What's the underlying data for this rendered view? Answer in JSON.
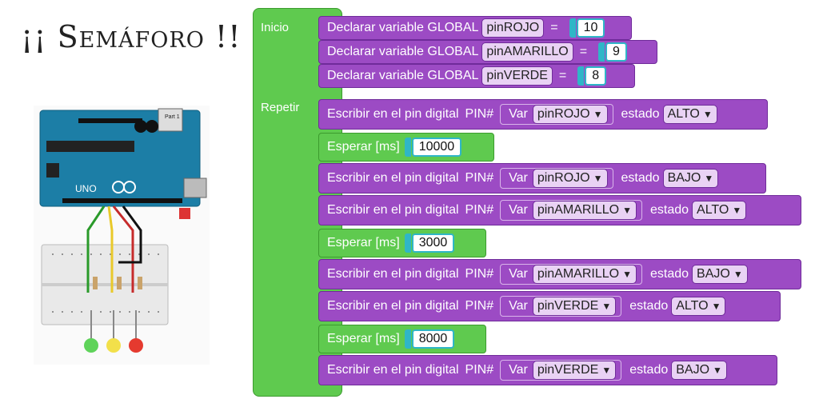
{
  "title": "¡¡ Semáforo !!",
  "illustration": {
    "board_label_uno": "UNO",
    "board_label_part": "Part 1"
  },
  "blocks": {
    "inicio_label": "Inicio",
    "repetir_label": "Repetir",
    "globals": [
      {
        "label": "Declarar variable GLOBAL",
        "var": "pinROJO",
        "eq": "=",
        "value": "10"
      },
      {
        "label": "Declarar variable GLOBAL",
        "var": "pinAMARILLO",
        "eq": "=",
        "value": "9"
      },
      {
        "label": "Declarar variable GLOBAL",
        "var": "pinVERDE",
        "eq": "=",
        "value": "8"
      }
    ],
    "loop": [
      {
        "kind": "write",
        "label": "Escribir en el pin digital",
        "pin_label": "PIN#",
        "var_label": "Var",
        "var": "pinROJO",
        "state_label": "estado",
        "state": "ALTO"
      },
      {
        "kind": "wait",
        "label": "Esperar [ms]",
        "value": "10000"
      },
      {
        "kind": "write",
        "label": "Escribir en el pin digital",
        "pin_label": "PIN#",
        "var_label": "Var",
        "var": "pinROJO",
        "state_label": "estado",
        "state": "BAJO"
      },
      {
        "kind": "write",
        "label": "Escribir en el pin digital",
        "pin_label": "PIN#",
        "var_label": "Var",
        "var": "pinAMARILLO",
        "state_label": "estado",
        "state": "ALTO"
      },
      {
        "kind": "wait",
        "label": "Esperar [ms]",
        "value": "3000"
      },
      {
        "kind": "write",
        "label": "Escribir en el pin digital",
        "pin_label": "PIN#",
        "var_label": "Var",
        "var": "pinAMARILLO",
        "state_label": "estado",
        "state": "BAJO"
      },
      {
        "kind": "write",
        "label": "Escribir en el pin digital",
        "pin_label": "PIN#",
        "var_label": "Var",
        "var": "pinVERDE",
        "state_label": "estado",
        "state": "ALTO"
      },
      {
        "kind": "wait",
        "label": "Esperar [ms]",
        "value": "8000"
      },
      {
        "kind": "write",
        "label": "Escribir en el pin digital",
        "pin_label": "PIN#",
        "var_label": "Var",
        "var": "pinVERDE",
        "state_label": "estado",
        "state": "BAJO"
      }
    ]
  },
  "colors": {
    "purple": "#9c4bc4",
    "green": "#5fca4f",
    "cyan": "#2fb6c7",
    "board": "#1c7ea6",
    "led_green": "#5fd35a",
    "led_yellow": "#f2e04a",
    "led_red": "#e53a2f"
  }
}
